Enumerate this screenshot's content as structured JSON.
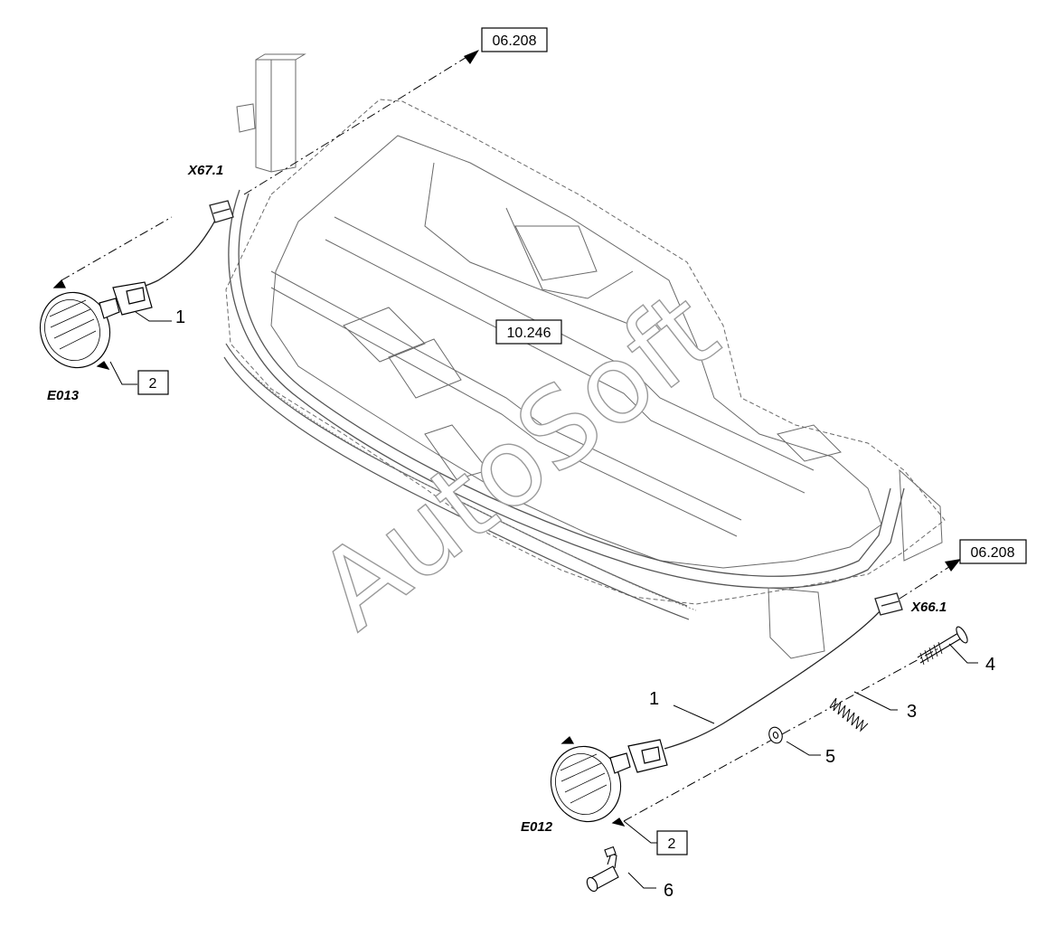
{
  "watermark": "AutoSoft",
  "references": {
    "ref_top": "06.208",
    "ref_right": "06.208",
    "ref_center": "10.246"
  },
  "connectors": {
    "x67": "X67.1",
    "x66": "X66.1"
  },
  "components": {
    "lamp_left": "E013",
    "lamp_right": "E012"
  },
  "callouts": {
    "c1_left": "1",
    "c2_left": "2",
    "c1_right": "1",
    "c2_right": "2",
    "c3": "3",
    "c4": "4",
    "c5": "5",
    "c6": "6"
  }
}
